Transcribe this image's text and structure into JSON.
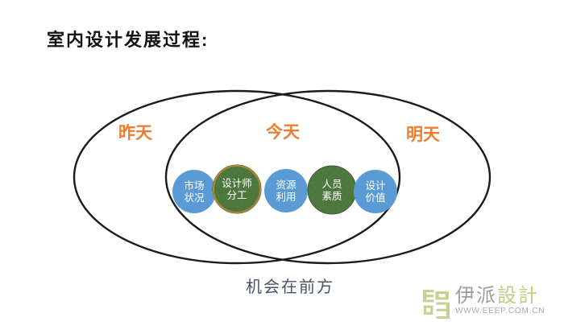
{
  "title": "室内设计发展过程:",
  "diagram": {
    "labels": [
      "昨天",
      "今天",
      "明天"
    ],
    "label_color": "#ED7D31",
    "outline_color": "#1b1b1b",
    "circles": [
      {
        "line1": "市场",
        "line2": "状况",
        "style": "blue"
      },
      {
        "line1": "设计师",
        "line2": "分工",
        "style": "green-textured-gold-ring"
      },
      {
        "line1": "资源",
        "line2": "利用",
        "style": "blue"
      },
      {
        "line1": "人员",
        "line2": "素质",
        "style": "green-textured"
      },
      {
        "line1": "设计",
        "line2": "价值",
        "style": "blue"
      }
    ],
    "colors": {
      "blue": "#5B9BD5",
      "green": "#527E41",
      "green_edge": "#3D6232",
      "gold_ring": "#B3872F",
      "circle_text": "#FFFFFF"
    },
    "caption": "机会在前方",
    "caption_color": "#44546A"
  },
  "watermark": {
    "brand_gray": "伊派",
    "brand_green": "設計",
    "url": "WWW.EEEP.COM.CN",
    "colors": {
      "logo_green": "#C8CF90",
      "brand_gray": "#9D9D9D",
      "brand_green": "#C3CB80",
      "url_gray": "#A9A9A9"
    }
  }
}
